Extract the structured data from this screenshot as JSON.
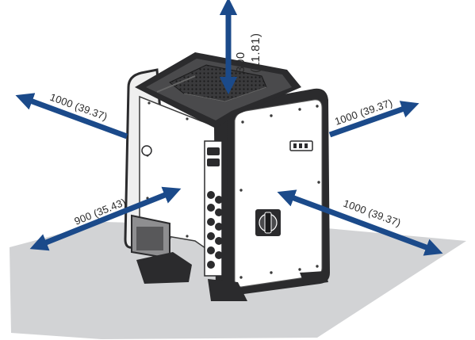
{
  "clearances": {
    "top": {
      "value": "300",
      "paren": "(11.81)"
    },
    "left_back": "1000 (39.37)",
    "right_back": "1000 (39.37)",
    "left_front": "900 (35.43)",
    "right_front": "1000 (39.37)"
  },
  "colors": {
    "arrow": "#1b4a8a",
    "floor": "#d2d3d5",
    "housing_dark": "#2b2b2d",
    "housing_light": "#f4f4f4"
  },
  "icons": {
    "dc_switch": "rotary-switch-icon",
    "cooling": "fan-grille-icon"
  }
}
